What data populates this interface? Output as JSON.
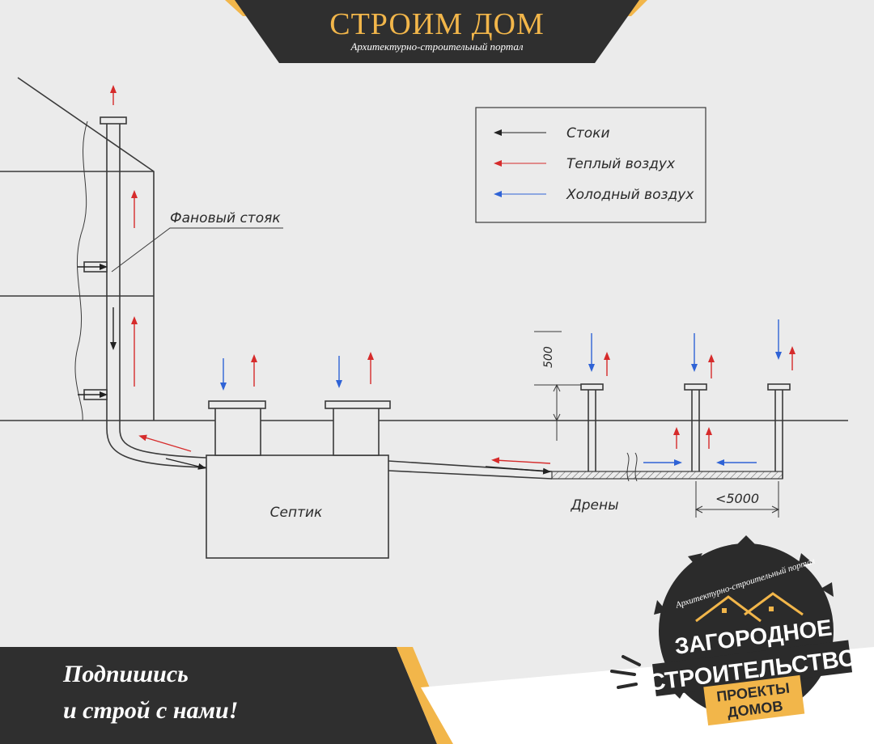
{
  "header": {
    "title": "СТРОИМ ДОМ",
    "subtitle": "Архитектурно-строительный портал"
  },
  "diagram": {
    "legend": {
      "items": [
        {
          "label": "Стоки",
          "color": "#222222"
        },
        {
          "label": "Теплый воздух",
          "color": "#d62b2b"
        },
        {
          "label": "Холодный воздух",
          "color": "#2f63d6"
        }
      ]
    },
    "labels": {
      "stack": "Фановый стояк",
      "septic": "Септик",
      "drains": "Дрены",
      "dim_height": "500",
      "dim_spacing": "<5000"
    }
  },
  "footer": {
    "cta_line1": "Подпишись",
    "cta_line2": "и строй с нами!"
  },
  "badge": {
    "arc_text": "Архитектурно-строительный портал",
    "line1": "ЗАГОРОДНОЕ",
    "line2": "СТРОИТЕЛЬСТВО",
    "line3": "ПРОЕКТЫ",
    "line4": "ДОМОВ"
  },
  "colors": {
    "accent": "#f2b64a",
    "dark": "#2f2f2f",
    "warm_air": "#d62b2b",
    "cold_air": "#2f63d6",
    "drain_flow": "#222222"
  }
}
